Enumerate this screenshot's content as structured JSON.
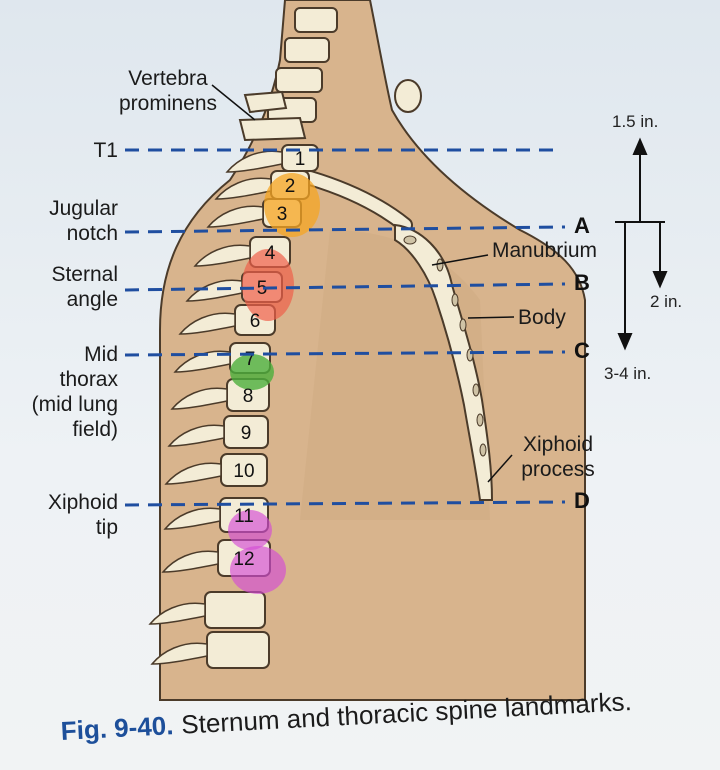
{
  "labels": {
    "vertebra_prominens": "Vertebra\nprominens",
    "t1": "T1",
    "jugular_notch": "Jugular\nnotch",
    "sternal_angle": "Sternal\nangle",
    "mid_thorax": "Mid\nthorax\n(mid lung\nfield)",
    "xiphoid_tip": "Xiphoid\ntip",
    "manubrium": "Manubrium",
    "body": "Body",
    "xiphoid_process": "Xiphoid\nprocess"
  },
  "letters": {
    "a": "A",
    "b": "B",
    "c": "C",
    "d": "D"
  },
  "measurements": {
    "m1": "1.5 in.",
    "m2": "2 in.",
    "m3": "3-4 in."
  },
  "vertebrae": [
    "1",
    "2",
    "3",
    "4",
    "5",
    "6",
    "7",
    "8",
    "9",
    "10",
    "11",
    "12"
  ],
  "caption": {
    "fig": "Fig. 9-40.",
    "text": "Sternum and thoracic spine landmarks."
  },
  "colors": {
    "body_tan": "#d8b48d",
    "bone": "#f3ecd6",
    "dash_line": "#1f4ea0",
    "highlight_orange": "#f5a623",
    "highlight_red": "#f0604a",
    "highlight_green": "#4caf3c",
    "highlight_magenta": "#d44bd6"
  }
}
